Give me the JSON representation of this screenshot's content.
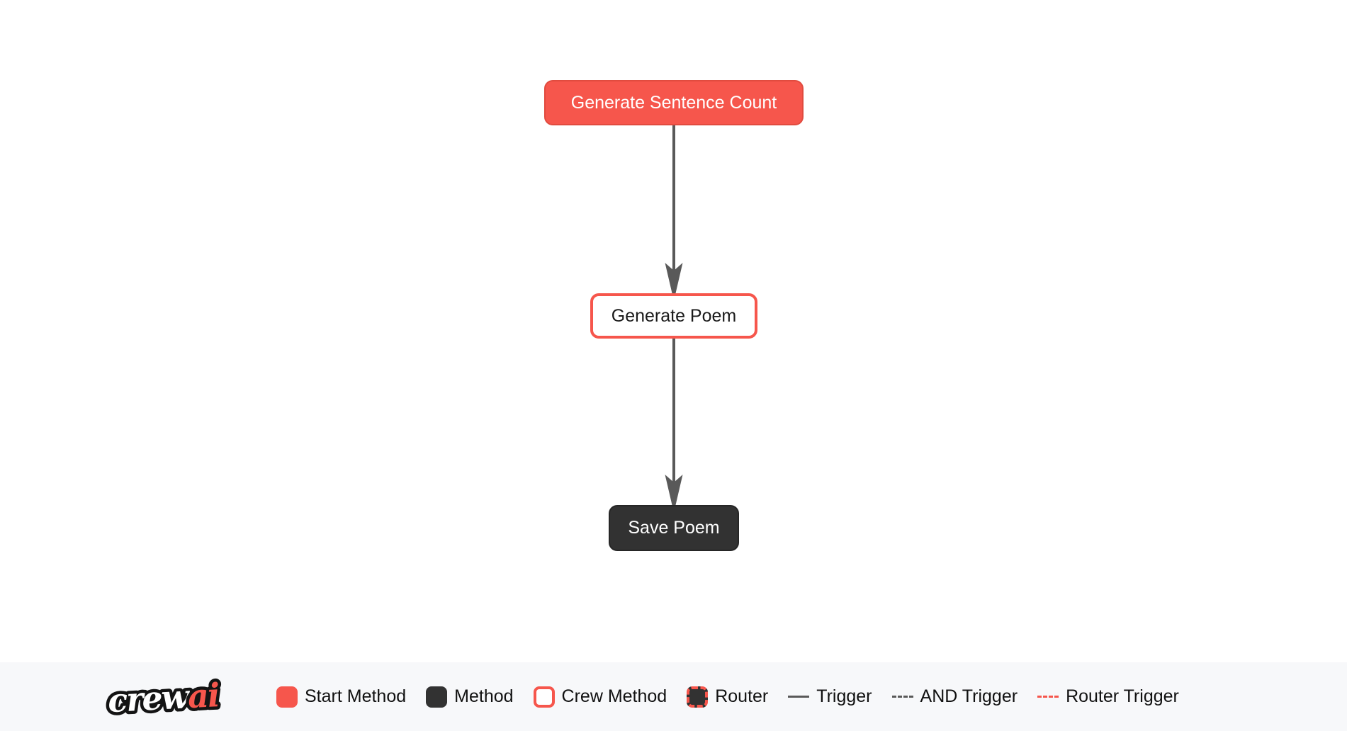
{
  "colors": {
    "accent_coral": "#f6564c",
    "accent_coral_dark": "#e14b3f",
    "node_dark": "#323232",
    "edge_gray": "#595959",
    "legend_background": "#f7f8fa",
    "canvas_background": "#ffffff"
  },
  "flow": {
    "nodes": [
      {
        "id": "generate_sentence_count",
        "label": "Generate Sentence Count",
        "type": "start-method"
      },
      {
        "id": "generate_poem",
        "label": "Generate Poem",
        "type": "crew-method"
      },
      {
        "id": "save_poem",
        "label": "Save Poem",
        "type": "method"
      }
    ],
    "edges": [
      {
        "from": "generate_sentence_count",
        "to": "generate_poem",
        "type": "trigger"
      },
      {
        "from": "generate_poem",
        "to": "save_poem",
        "type": "trigger"
      }
    ]
  },
  "legend": {
    "logo": {
      "part1": "crew",
      "part2": "ai"
    },
    "items": [
      {
        "label": "Start Method",
        "swatch": "start-method-swatch"
      },
      {
        "label": "Method",
        "swatch": "method-swatch"
      },
      {
        "label": "Crew Method",
        "swatch": "crew-method-swatch"
      },
      {
        "label": "Router",
        "swatch": "router-swatch"
      },
      {
        "label": "Trigger",
        "swatch": "trigger-line"
      },
      {
        "label": "AND Trigger",
        "swatch": "and-trigger-line"
      },
      {
        "label": "Router Trigger",
        "swatch": "router-trigger-line"
      }
    ]
  }
}
